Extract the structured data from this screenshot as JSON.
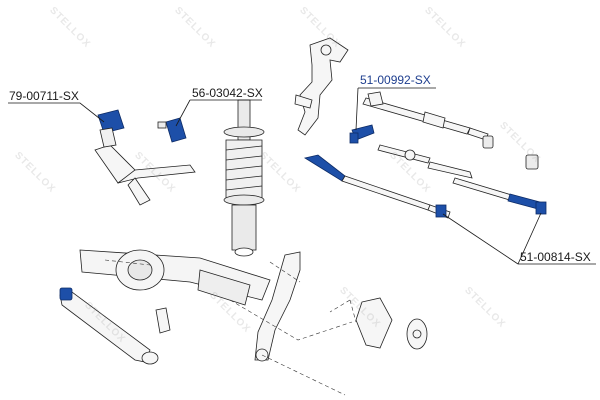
{
  "callouts": {
    "bushing_left": "79-00711-SX",
    "bushing_stab": "56-03042-SX",
    "tie_rod_end": "51-00992-SX",
    "tie_rod_end_right": "51-00814-SX"
  },
  "watermark": {
    "text": "STELLOX"
  },
  "colors": {
    "part_blue": "#1d4fa8",
    "callout_blue": "#1f3f8f",
    "line": "#1a1a1a",
    "fill": "#f4f4f4"
  }
}
